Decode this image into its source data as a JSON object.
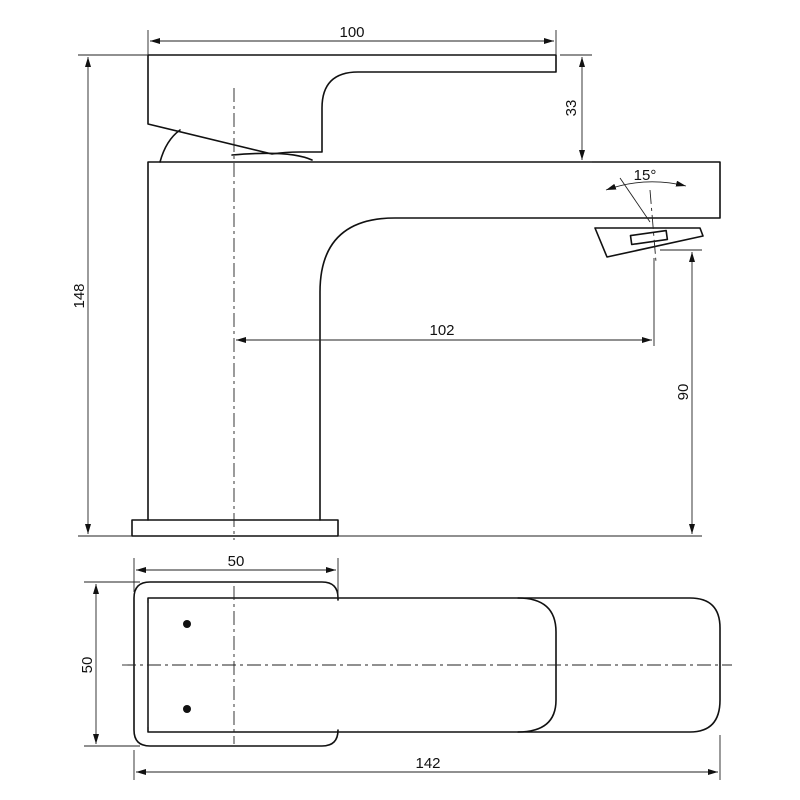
{
  "dimensions": {
    "handle_width": "100",
    "handle_height": "33",
    "overall_height": "148",
    "spout_reach": "102",
    "spout_clearance": "90",
    "aerator_angle": "15°",
    "base_width": "50",
    "base_depth": "50",
    "overall_length": "142"
  }
}
